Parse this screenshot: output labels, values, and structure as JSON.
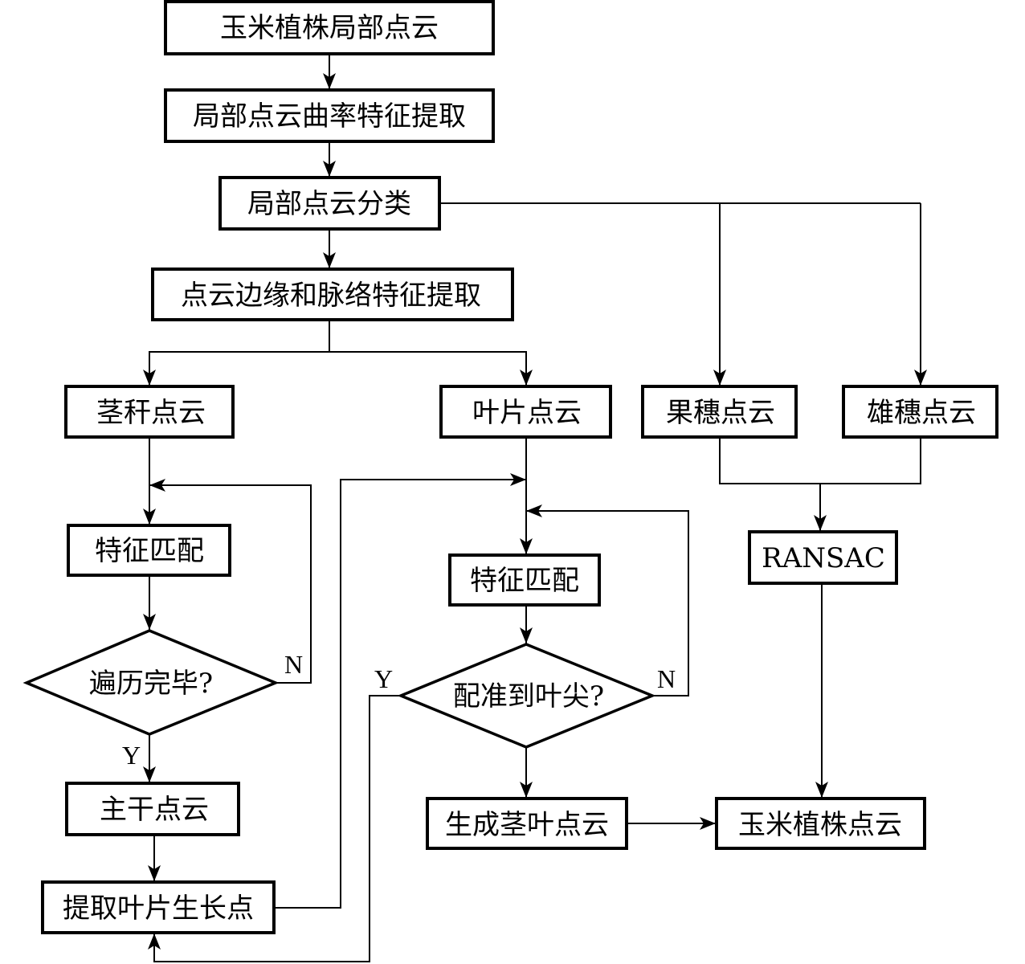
{
  "nodes": {
    "input_cloud": "玉米植株局部点云",
    "curvature": "局部点云曲率特征提取",
    "classify": "局部点云分类",
    "edge_vein": "点云边缘和脉络特征提取",
    "stem": "茎秆点云",
    "leaf": "叶片点云",
    "ear": "果穗点云",
    "tassel": "雄穗点云",
    "stem_match": "特征匹配",
    "traverse": "遍历完毕?",
    "trunk": "主干点云",
    "growth_point": "提取叶片生长点",
    "leaf_match": "特征匹配",
    "tip": "配准到叶尖?",
    "stem_leaf": "生成茎叶点云",
    "ransac": "RANSAC",
    "output_cloud": "玉米植株点云"
  },
  "branches": {
    "traverse_no": "N",
    "traverse_yes": "Y",
    "tip_yes": "Y",
    "tip_no": "N"
  }
}
